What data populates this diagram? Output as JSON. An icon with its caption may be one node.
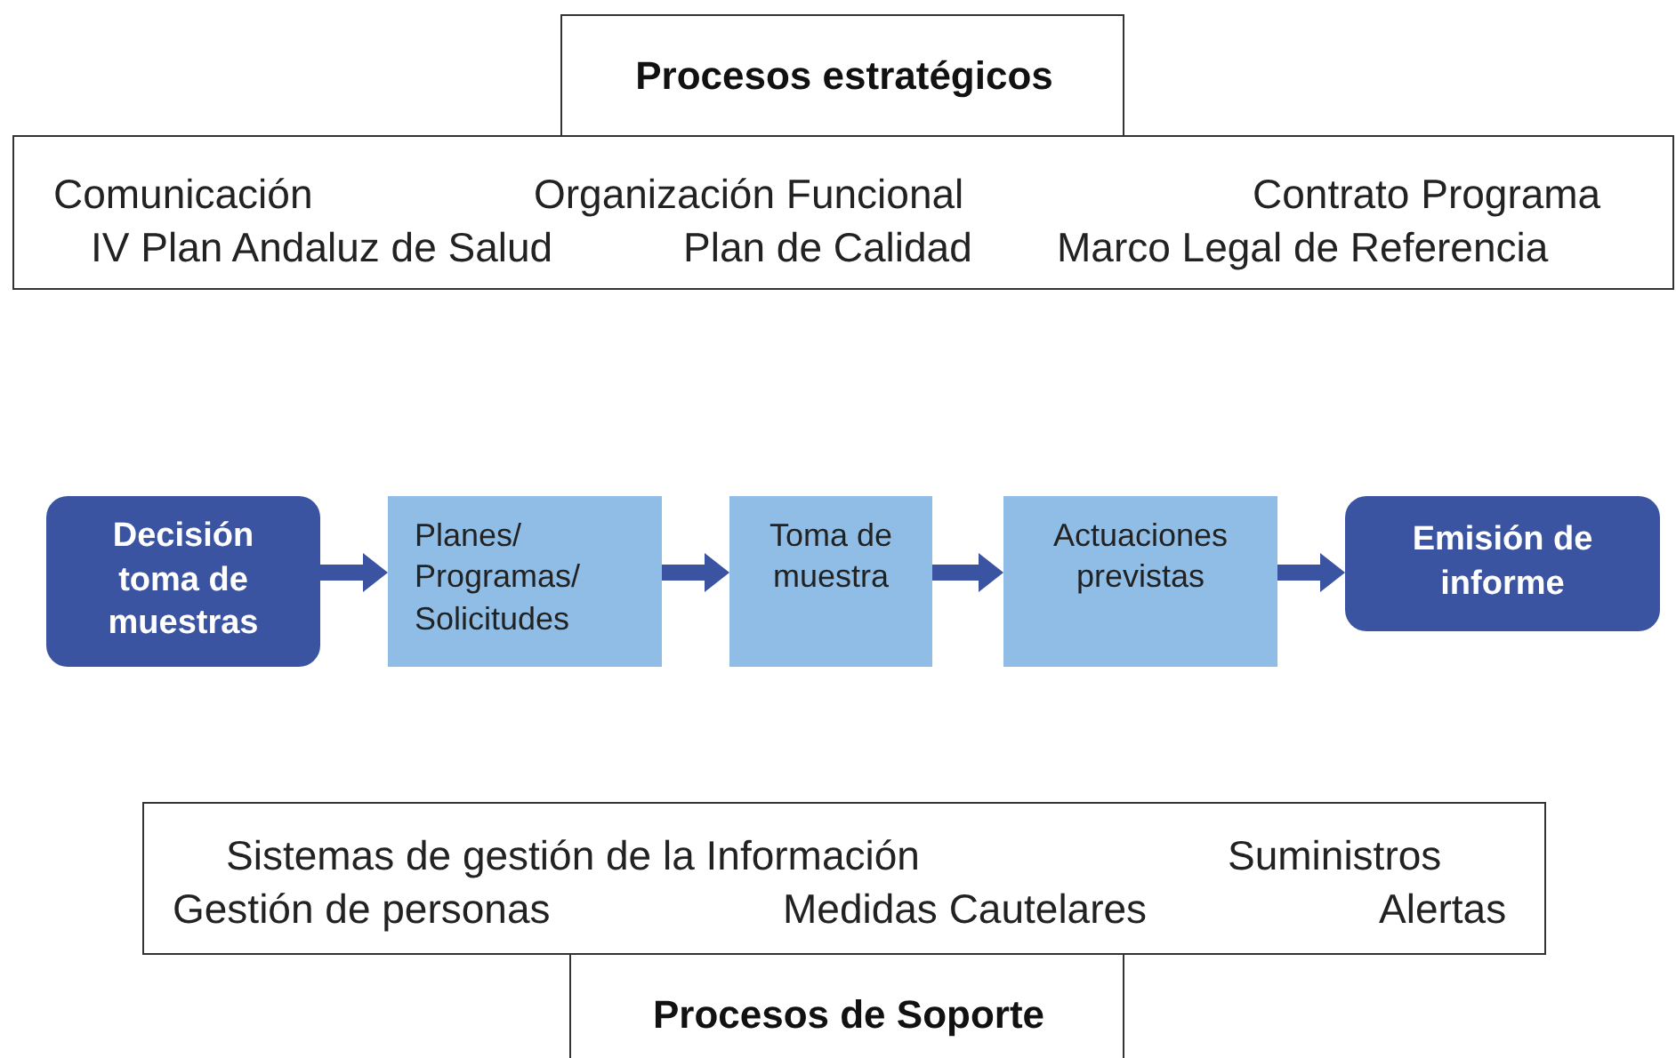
{
  "diagram": {
    "nodes": [
      {
        "text": [
          "Procesos estratégicos"
        ]
      },
      {
        "text": [
          "Comunicación",
          "Organización Funcional",
          "Contrato Programa",
          "IV Plan Andaluz de Salud",
          "Plan de Calidad",
          "Marco Legal de Referencia"
        ]
      },
      {
        "text": [
          "Decisión toma de muestras"
        ]
      },
      {
        "text": [
          "Planes/ Programas/ Solicitudes"
        ]
      },
      {
        "text": [
          "Toma de muestra"
        ]
      },
      {
        "text": [
          "Actuaciones previstas"
        ]
      },
      {
        "text": [
          "Emisión de informe"
        ]
      },
      {
        "text": [
          "Sistemas de gestión de la Información",
          "Suministros",
          "Gestión de personas",
          "Medidas Cautelares",
          "Alertas"
        ]
      },
      {
        "text": [
          "Procesos de Soporte"
        ]
      }
    ],
    "edges": [
      {
        "from": 2,
        "to": 3,
        "arrow": "to"
      },
      {
        "from": 3,
        "to": 4,
        "arrow": "to"
      },
      {
        "from": 4,
        "to": 5,
        "arrow": "to"
      },
      {
        "from": 5,
        "to": 6,
        "arrow": "to"
      }
    ]
  }
}
